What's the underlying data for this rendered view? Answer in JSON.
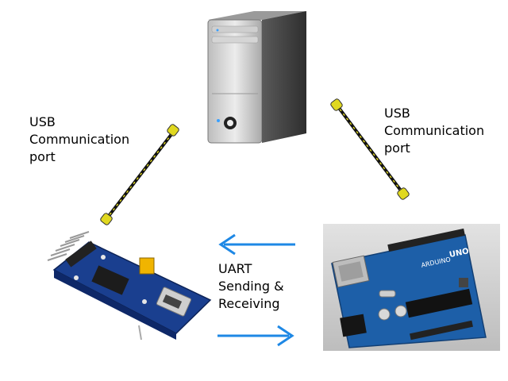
{
  "labels": {
    "usb_left": [
      "USB",
      "Communication",
      "port"
    ],
    "usb_right": [
      "USB",
      "Communication",
      "port"
    ],
    "uart": [
      "UART",
      "Sending &",
      "Receiving"
    ]
  },
  "devices": {
    "computer": "computer-tower-icon",
    "usb_serial_adapter": "usb-to-uart-adapter-board",
    "microcontroller": "arduino-uno-board",
    "arduino_board_text": [
      "ARDUINO",
      "UNO"
    ]
  },
  "colors": {
    "arrow": "#1e88e5",
    "cable": "#111111",
    "cable_highlight": "#e8e020",
    "board_blue": "#1a3f8f",
    "tower_gray": "#8a8a8a"
  }
}
